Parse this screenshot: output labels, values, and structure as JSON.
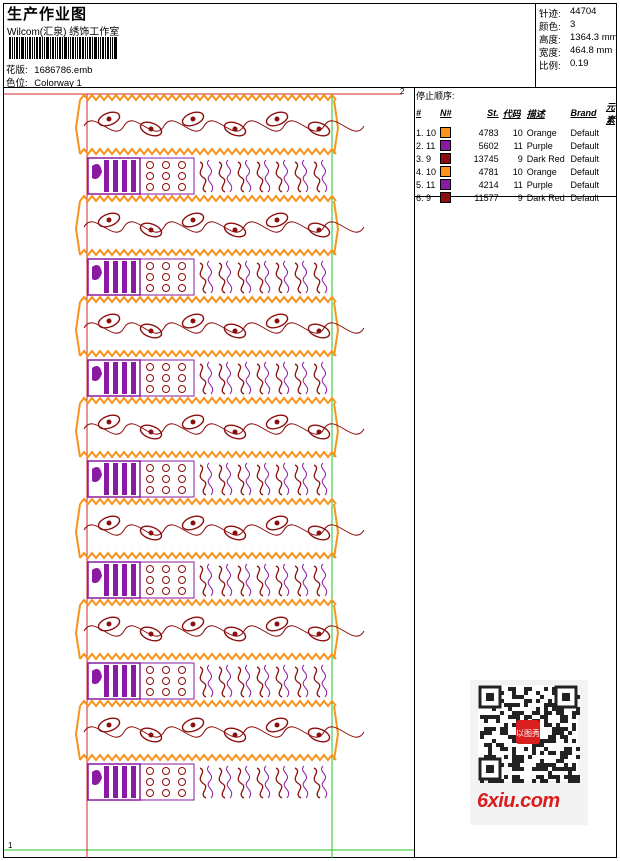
{
  "header": {
    "title": "生产作业图",
    "subtitle": "Wilcom(汇泉) 绣饰工作室",
    "design_file_label": "花版:",
    "design_file": "1686786.emb",
    "colorway_label": "色位:",
    "colorway": "Colorway 1"
  },
  "stats": [
    {
      "label": "针迹:",
      "value": "44704"
    },
    {
      "label": "颜色:",
      "value": "3"
    },
    {
      "label": "高度:",
      "value": "1364.3 mm"
    },
    {
      "label": "宽度:",
      "value": "464.8 mm"
    },
    {
      "label": "比例:",
      "value": "0.19"
    }
  ],
  "legend": {
    "caption": "停止顺序:",
    "columns": [
      "#",
      "N#",
      "St.",
      "代码",
      "描述",
      "Brand",
      "元素"
    ],
    "rows": [
      {
        "order": "1. 10",
        "color": "#f7941d",
        "stitches": "4783",
        "code": "10",
        "desc": "Orange",
        "brand": "Default"
      },
      {
        "order": "2. 11",
        "color": "#8a1aa3",
        "stitches": "5602",
        "code": "11",
        "desc": "Purple",
        "brand": "Default"
      },
      {
        "order": "3. 9",
        "color": "#8b0d0d",
        "stitches": "13745",
        "code": "9",
        "desc": "Dark Red",
        "brand": "Default"
      },
      {
        "order": "4. 10",
        "color": "#f7941d",
        "stitches": "4781",
        "code": "10",
        "desc": "Orange",
        "brand": "Default"
      },
      {
        "order": "5. 11",
        "color": "#8a1aa3",
        "stitches": "4214",
        "code": "11",
        "desc": "Purple",
        "brand": "Default"
      },
      {
        "order": "6. 9",
        "color": "#8b0d0d",
        "stitches": "11577",
        "code": "9",
        "desc": "Dark Red",
        "brand": "Default"
      }
    ]
  },
  "canvas": {
    "marker_top": "2",
    "marker_bottom": "1",
    "repeat_count": 7,
    "colors": {
      "orange": "#f7941d",
      "purple": "#8a1aa3",
      "darkred": "#8b0d0d",
      "guide_green": "#22c322",
      "guide_red": "#d12a2a"
    }
  },
  "watermark": {
    "site": "6xiu.com",
    "qr_badge": "以图秀"
  }
}
